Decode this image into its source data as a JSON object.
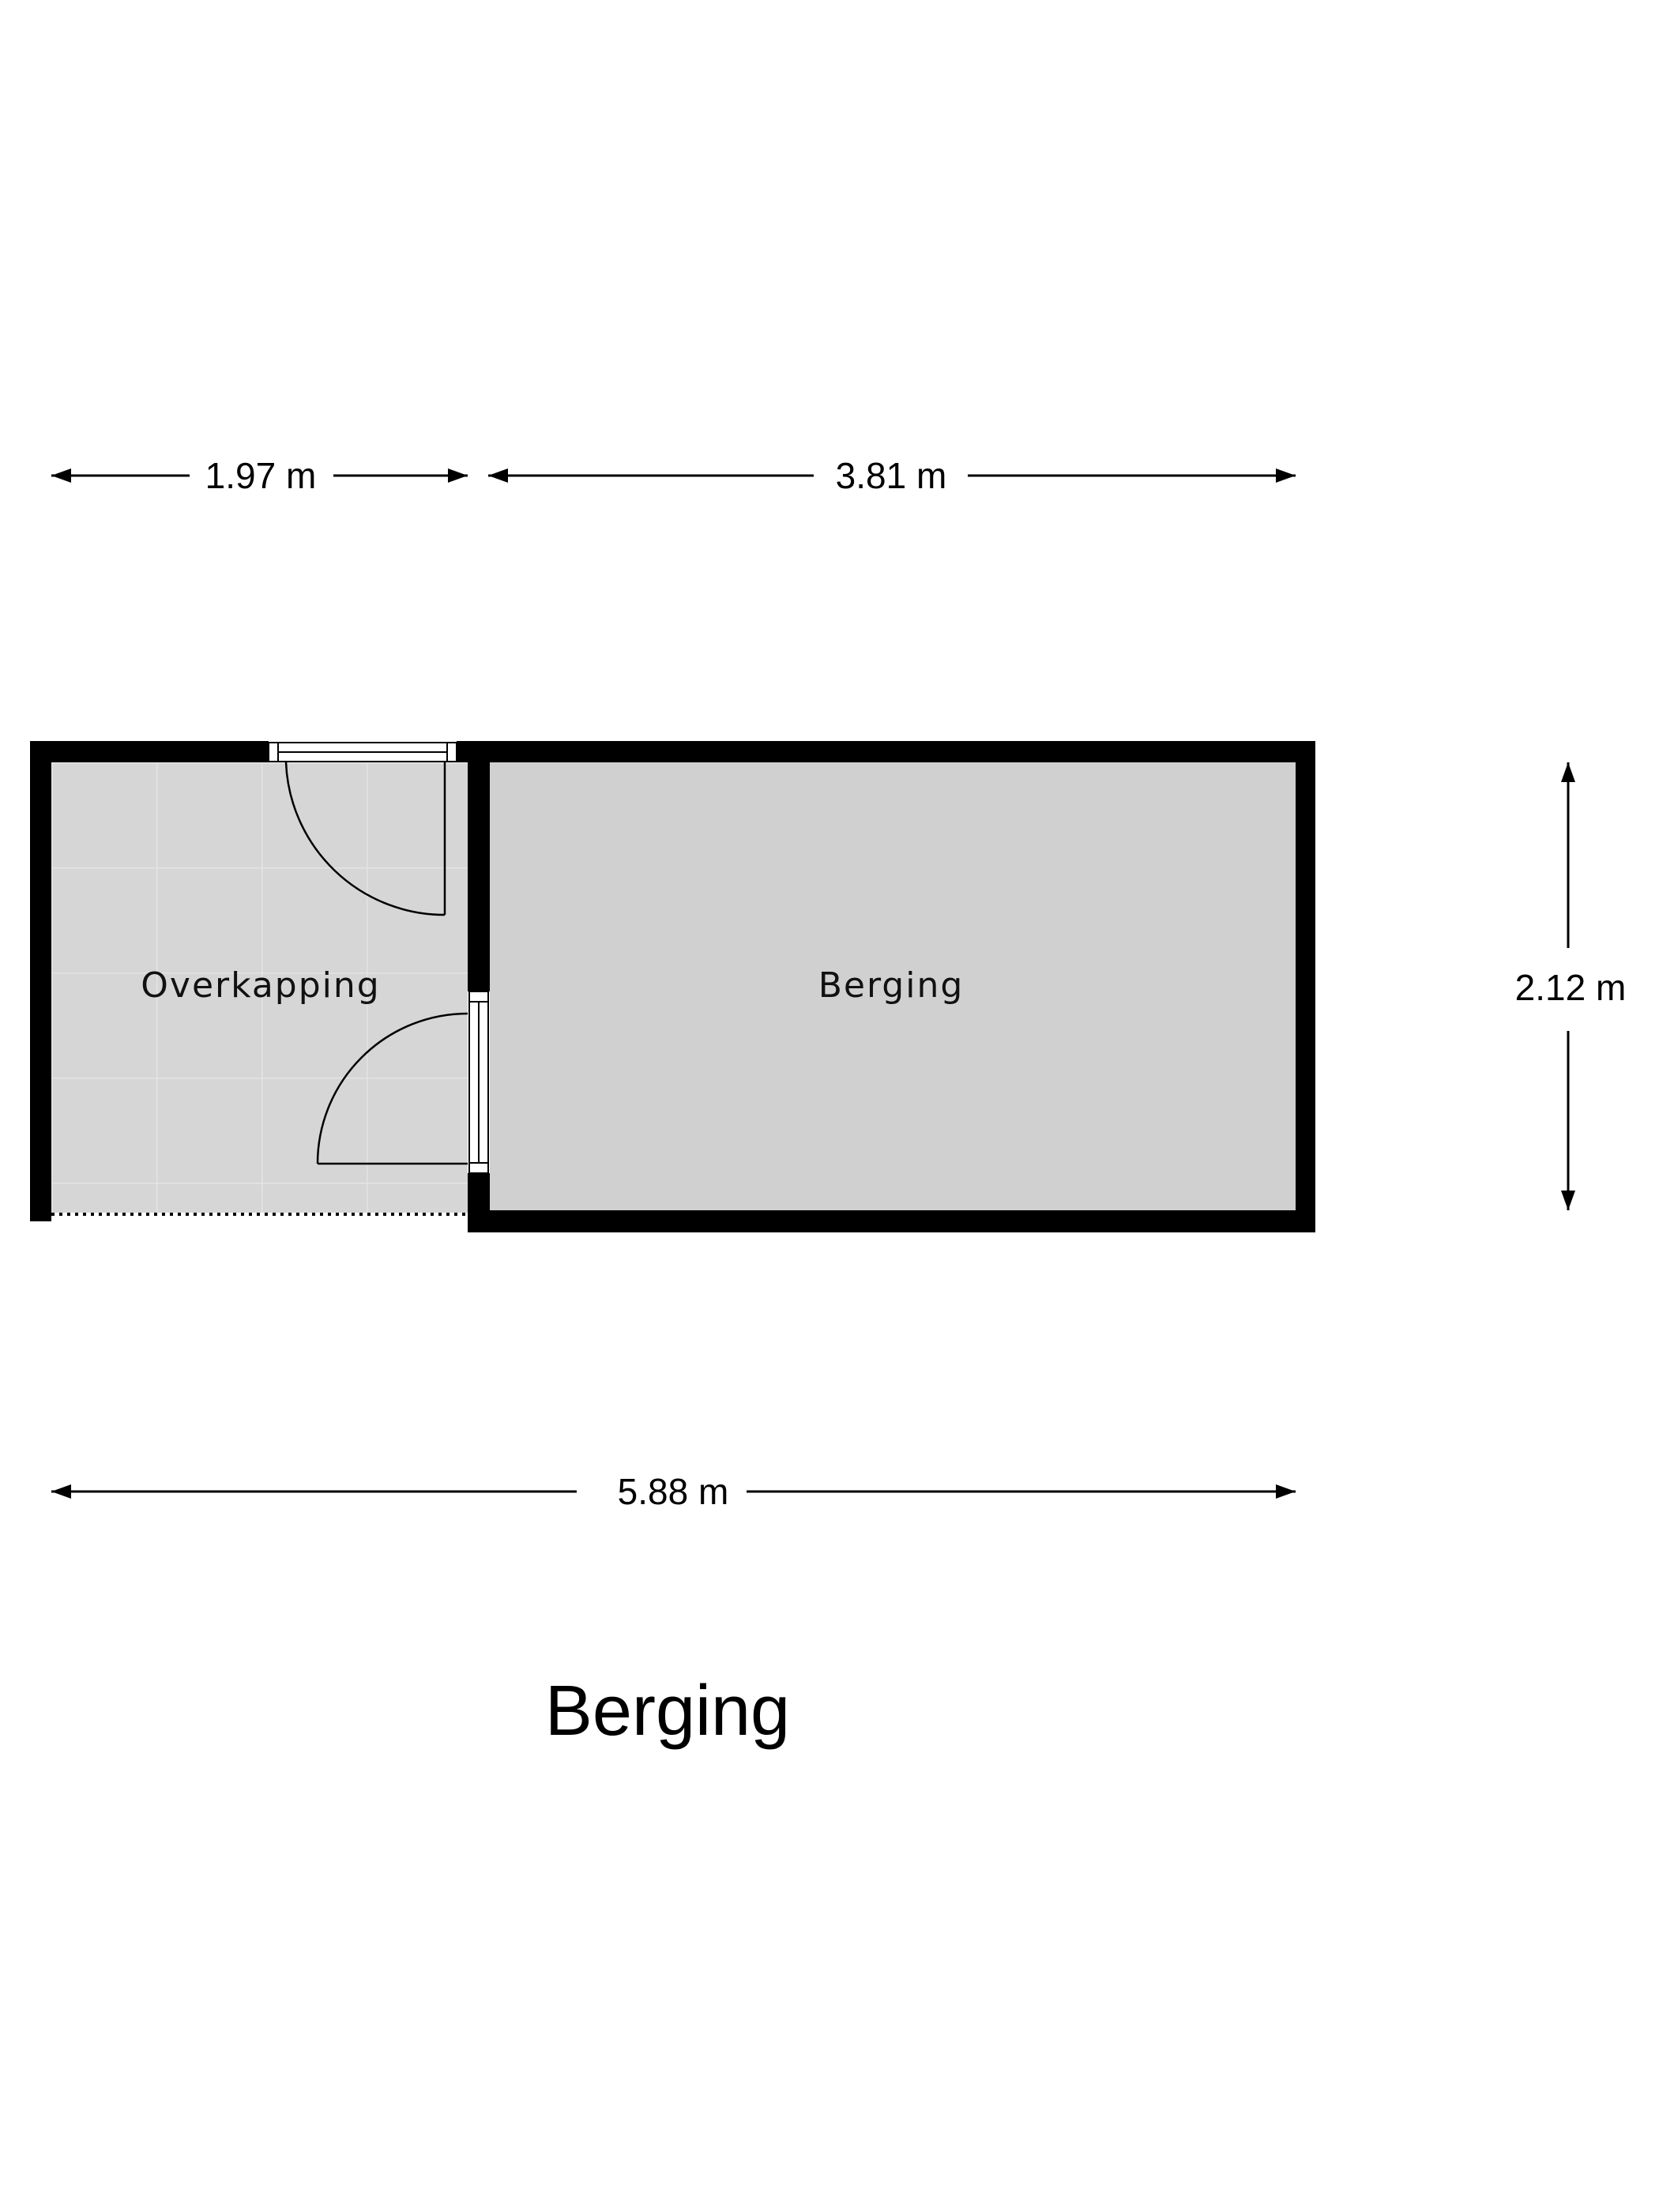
{
  "plan_title": "Berging",
  "rooms": [
    {
      "label": "Overkapping"
    },
    {
      "label": "Berging"
    }
  ],
  "dimensions": {
    "overkapping_width": "1.97 m",
    "berging_width": "3.81 m",
    "height": "2.12 m",
    "total_width": "5.88 m"
  },
  "colors": {
    "wall": "#000000",
    "floor_berging": "#d0d0d0",
    "floor_overkapping": "#d7d7d7",
    "tile_lines": "#e3e3e3"
  }
}
